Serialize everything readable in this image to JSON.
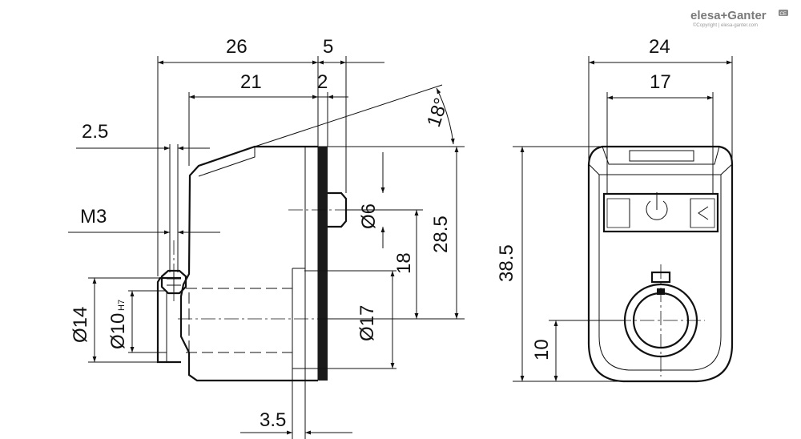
{
  "brand": {
    "logo_text": "elesa+Ganter",
    "badge": "CE",
    "copyright": "©Copyright | elesa-ganter.com"
  },
  "side_view": {
    "dim_overall_length": "26",
    "dim_shaft_length": "5",
    "dim_body_length": "21",
    "dim_shaft_offset": "2",
    "dim_screw_offset": "2.5",
    "thread_label": "M3",
    "dim_hub_diameter": "Ø14",
    "dim_bore_diameter": "Ø10",
    "bore_tolerance": "H7",
    "dim_angle": "18°",
    "dim_pin_diameter": "Ø6",
    "dim_height_to_pin": "28.5",
    "dim_pin_to_axis": "18",
    "dim_flange_diameter": "Ø17",
    "dim_flange_width": "3.5"
  },
  "front_view": {
    "dim_width": "24",
    "dim_window_width": "17",
    "dim_height": "38.5",
    "dim_axis_height": "10"
  }
}
